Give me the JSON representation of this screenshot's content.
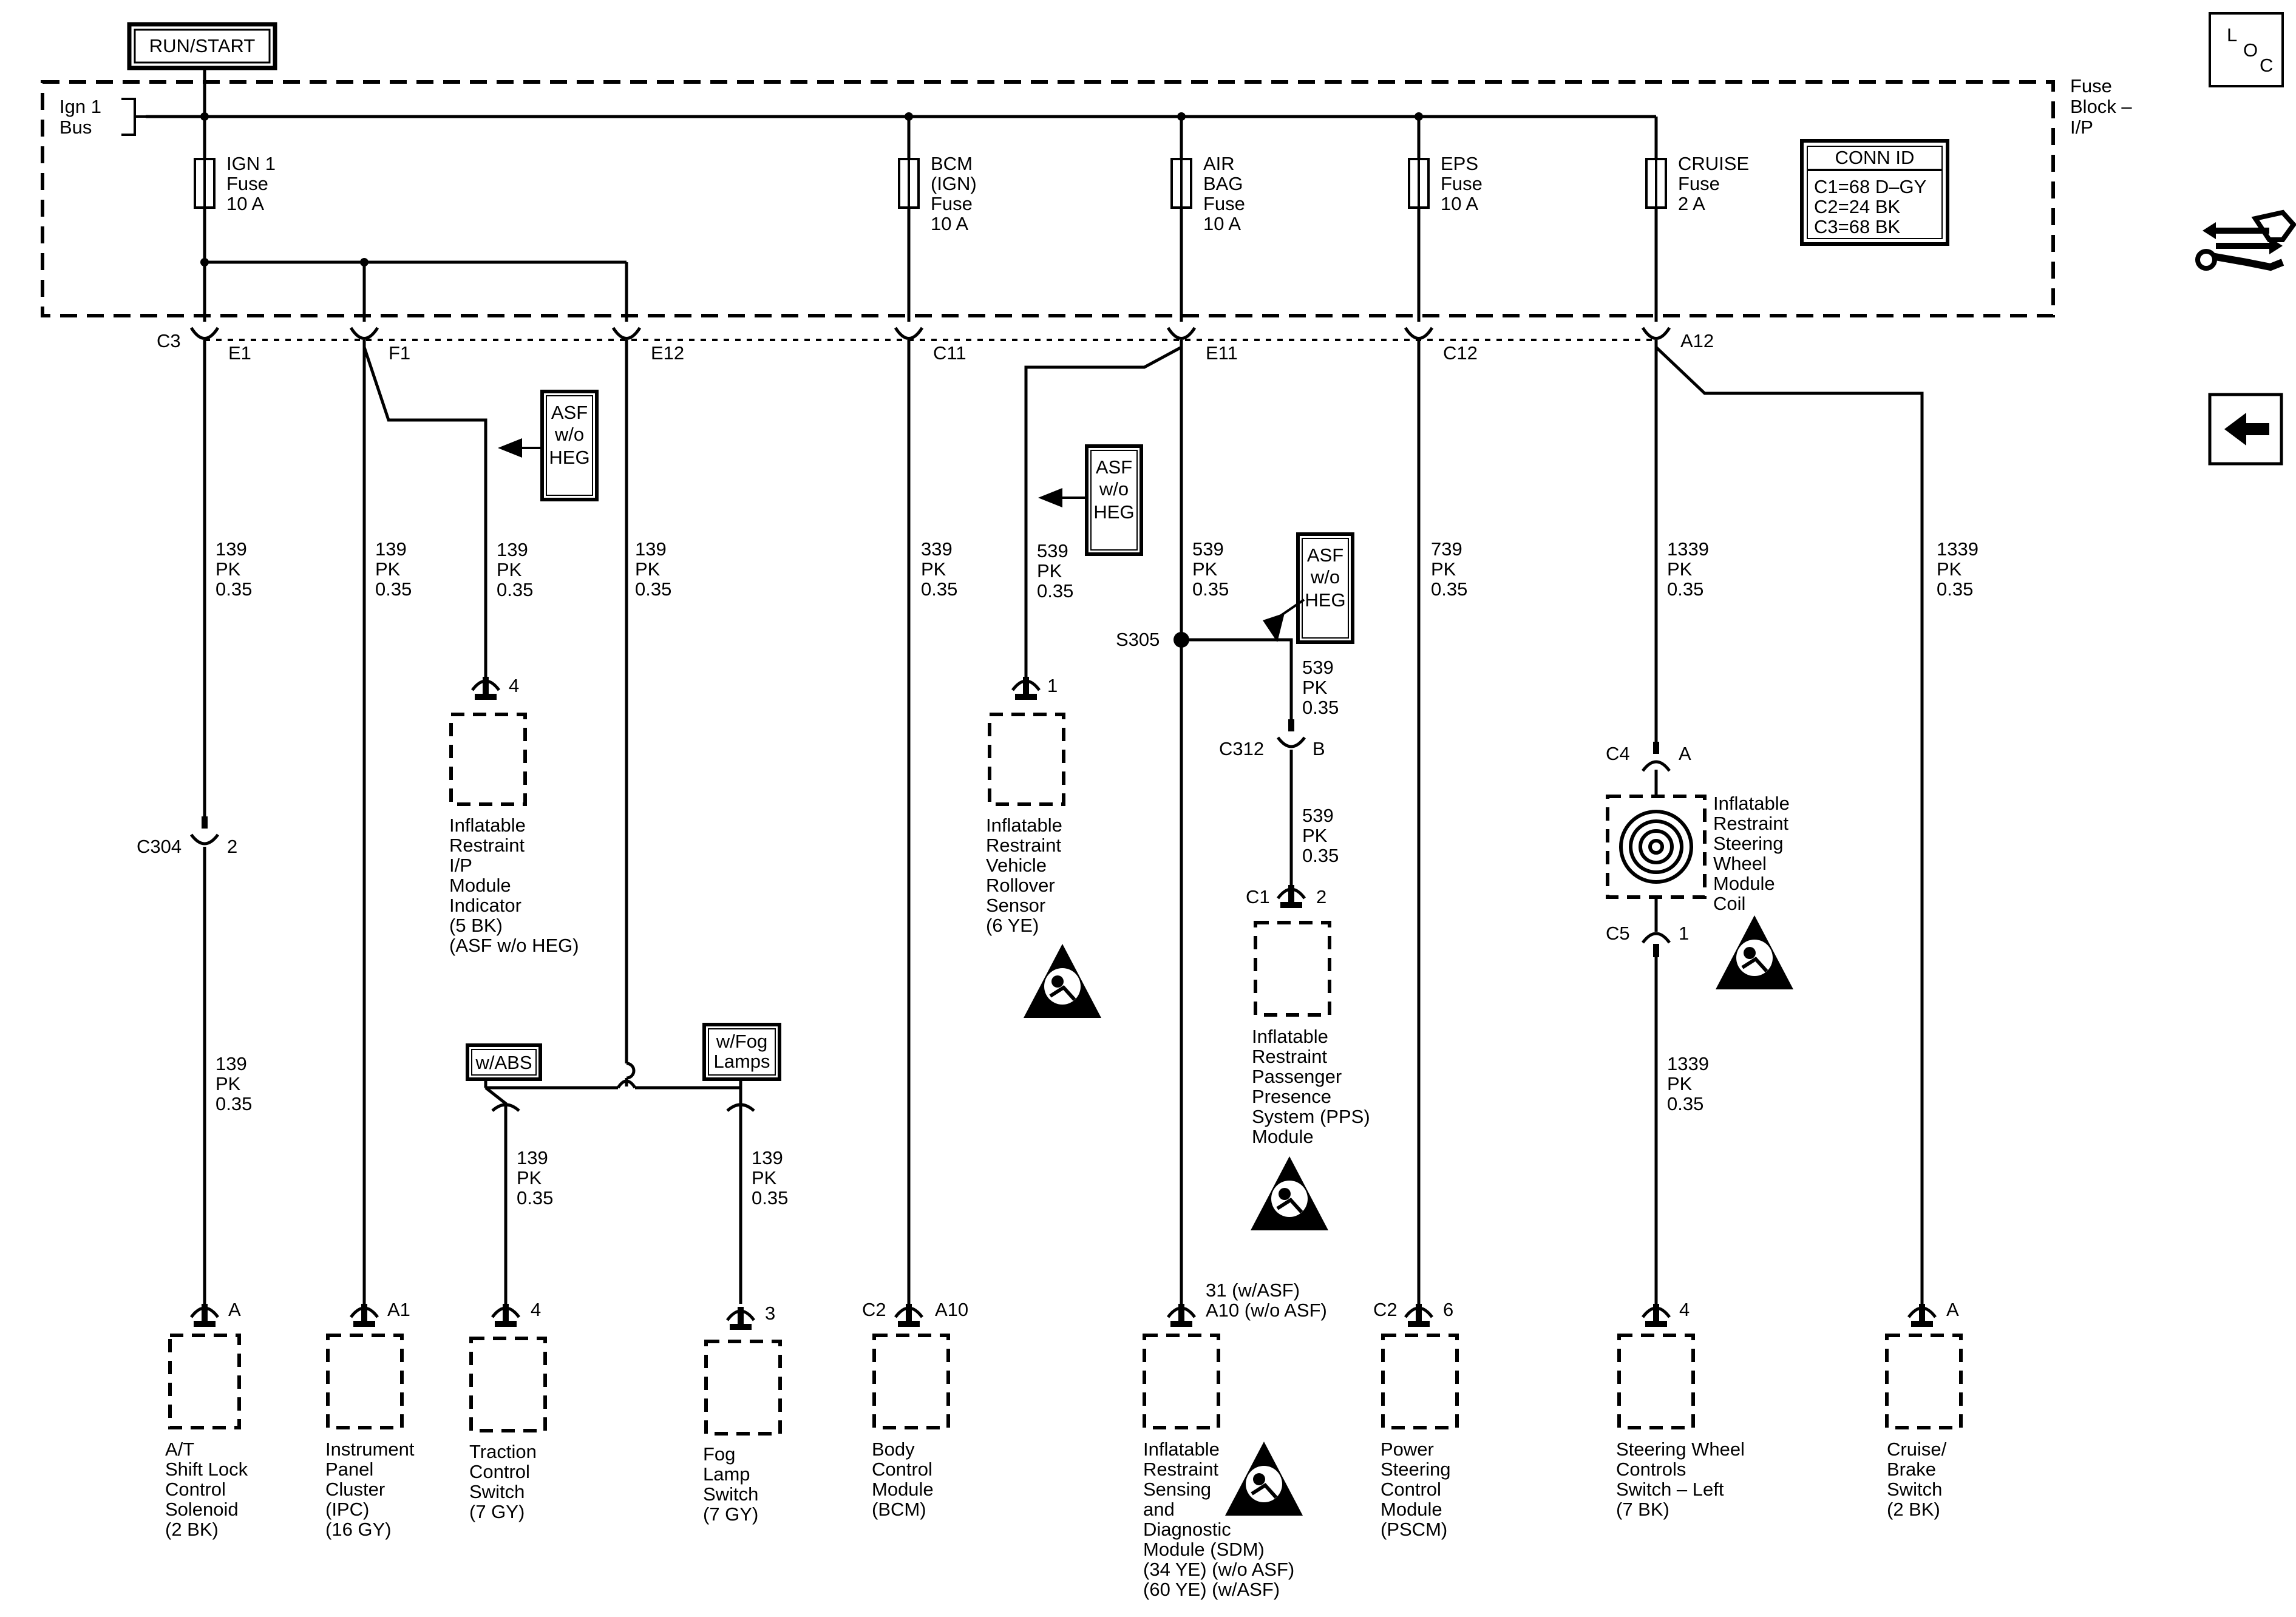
{
  "power": {
    "run_start": "RUN/START",
    "ign_bus": [
      "Ign 1",
      "Bus"
    ],
    "fuse_block": [
      "Fuse",
      "Block –",
      "I/P"
    ]
  },
  "fuses": {
    "ign1": [
      "IGN 1",
      "Fuse",
      "10 A"
    ],
    "bcm": [
      "BCM",
      "(IGN)",
      "Fuse",
      "10 A"
    ],
    "airbag": [
      "AIR",
      "BAG",
      "Fuse",
      "10 A"
    ],
    "eps": [
      "EPS",
      "Fuse",
      "10 A"
    ],
    "cruise": [
      "CRUISE",
      "Fuse",
      "2 A"
    ]
  },
  "conn_id": {
    "title": "CONN ID",
    "lines": [
      "C1=68 D–GY",
      "C2=24 BK",
      "C3=68 BK"
    ]
  },
  "connector_labels": {
    "c3": "C3",
    "e1": "E1",
    "f1": "F1",
    "e12": "E12",
    "c11": "C11",
    "e11": "E11",
    "c12": "C12",
    "a12": "A12"
  },
  "option_boxes": {
    "asf_wo_heg": [
      "ASF",
      "w/o",
      "HEG"
    ],
    "w_abs": "w/ABS",
    "w_fog": [
      "w/Fog",
      "Lamps"
    ]
  },
  "wires": {
    "w139": [
      "139",
      "PK",
      "0.35"
    ],
    "w339": [
      "339",
      "PK",
      "0.35"
    ],
    "w539": [
      "539",
      "PK",
      "0.35"
    ],
    "w739": [
      "739",
      "PK",
      "0.35"
    ],
    "w1339": [
      "1339",
      "PK",
      "0.35"
    ]
  },
  "splices": {
    "s305": "S305",
    "c312": "C312",
    "c312_pin": "B",
    "c304": "C304",
    "c304_pin": "2",
    "c1": "C1",
    "c1_pin": "2",
    "c4": "C4",
    "c4_pin": "A",
    "c5": "C5",
    "c5_pin": "1"
  },
  "pins": {
    "p4": "4",
    "p1": "1",
    "p3": "3",
    "pA": "A",
    "pA1": "A1",
    "c2": "C2",
    "pA10": "A10",
    "p6": "6",
    "sdm_pin": [
      "31 (w/ASF)",
      "A10 (w/o ASF)"
    ]
  },
  "components": {
    "ip_indicator": [
      "Inflatable",
      "Restraint",
      "I/P",
      "Module",
      "Indicator",
      "(5 BK)",
      "(ASF w/o HEG)"
    ],
    "rollover": [
      "Inflatable",
      "Restraint",
      "Vehicle",
      "Rollover",
      "Sensor",
      "(6 YE)"
    ],
    "pps": [
      "Inflatable",
      "Restraint",
      "Passenger",
      "Presence",
      "System (PPS)",
      "Module"
    ],
    "coil": [
      "Inflatable",
      "Restraint",
      "Steering",
      "Wheel",
      "Module",
      "Coil"
    ],
    "shift_lock": [
      "A/T",
      "Shift Lock",
      "Control",
      "Solenoid",
      "(2 BK)"
    ],
    "ipc": [
      "Instrument",
      "Panel",
      "Cluster",
      "(IPC)",
      "(16 GY)"
    ],
    "traction": [
      "Traction",
      "Control",
      "Switch",
      "(7 GY)"
    ],
    "fog": [
      "Fog",
      "Lamp",
      "Switch",
      "(7 GY)"
    ],
    "bcm": [
      "Body",
      "Control",
      "Module",
      "(BCM)"
    ],
    "sdm": [
      "Inflatable",
      "Restraint",
      "Sensing",
      "and",
      "Diagnostic",
      "Module (SDM)",
      "(34 YE)  (w/o ASF)",
      "(60 YE)  (w/ASF)"
    ],
    "pscm": [
      "Power",
      "Steering",
      "Control",
      "Module",
      "(PSCM)"
    ],
    "sw_controls": [
      "Steering Wheel",
      "Controls",
      "Switch – Left",
      "(7 BK)"
    ],
    "cruise_brake": [
      "Cruise/",
      "Brake",
      "Switch",
      "(2 BK)"
    ]
  },
  "side_buttons": {
    "loc": [
      "L",
      "O",
      "C"
    ]
  },
  "icons": [
    "loc-icon",
    "connector-swap-icon",
    "back-arrow-icon",
    "airbag-warning-icon",
    "clockspring-icon"
  ]
}
